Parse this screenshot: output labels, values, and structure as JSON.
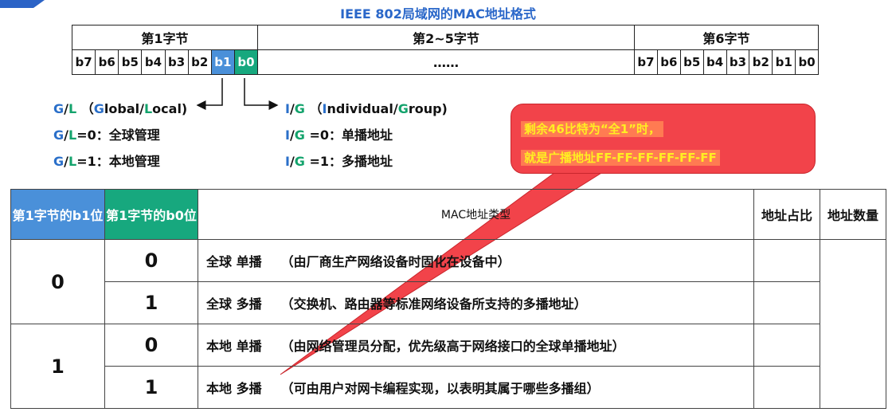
{
  "title": "IEEE 802局域网的MAC地址格式",
  "byte_header": {
    "byte1": "第1字节",
    "bytes2_5": "第2~5字节",
    "byte6": "第6字节"
  },
  "bits_byte1": [
    "b7",
    "b6",
    "b5",
    "b4",
    "b3",
    "b2",
    "b1",
    "b0"
  ],
  "bits_byte6": [
    "b7",
    "b6",
    "b5",
    "b4",
    "b3",
    "b2",
    "b1",
    "b0"
  ],
  "middle_ellipsis": "……",
  "legend": {
    "gl": {
      "G": "G",
      "slash": "/",
      "L": "L",
      "open": " （",
      "lG": "G",
      "lglobal": "lobal/",
      "lL": "L",
      "llocal": "ocal)"
    },
    "gl0": {
      "label": "=0：全球管理"
    },
    "gl1": {
      "label": "=1：本地管理"
    },
    "ig": {
      "I": "I",
      "slash": "/",
      "G": "G",
      "open": " （",
      "lI": "I",
      "lind": "ndividual/",
      "lG": "G",
      "lgroup": "roup)"
    },
    "ig0": {
      "label": " =0：单播地址"
    },
    "ig1": {
      "label": " =1：多播地址"
    }
  },
  "bubble": {
    "line1": "剩余46比特为“全1”时，",
    "line2": "就是广播地址FF-FF-FF-FF-FF-FF"
  },
  "table": {
    "headers": {
      "b1": "第1字节的b1位",
      "b0": "第1字节的b0位",
      "type": "MAC地址类型",
      "ratio": "地址占比",
      "count": "地址数量"
    },
    "b1_values": [
      "0",
      "1"
    ],
    "rows": [
      {
        "b0": "0",
        "kind": "全球 单播",
        "detail": "（由厂商生产网络设备时固化在设备中）"
      },
      {
        "b0": "1",
        "kind": "全球 多播",
        "detail": "（交换机、路由器等标准网络设备所支持的多播地址）"
      },
      {
        "b0": "0",
        "kind": "本地 单播",
        "detail": "（由网络管理员分配，优先级高于网络接口的全球单播地址）"
      },
      {
        "b0": "1",
        "kind": "本地 多播",
        "detail": "（可由用户对网卡编程实现，以表明其属于哪些多播组）"
      }
    ]
  },
  "colors": {
    "accent_blue": "#4a90d9",
    "accent_green": "#17a87e",
    "bubble_red": "#f2434a",
    "bubble_text": "#ffee22",
    "title_blue": "#2a67c9"
  }
}
